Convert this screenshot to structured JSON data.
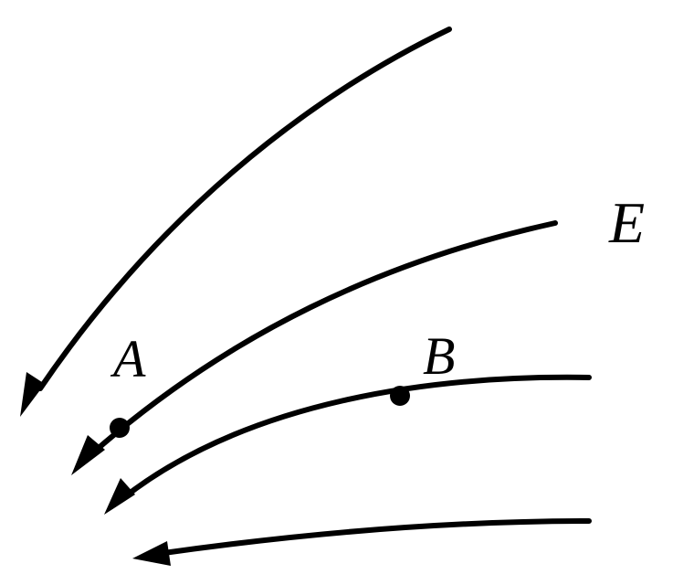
{
  "diagram": {
    "field_label": "E",
    "points": [
      {
        "id": "A",
        "label": "A"
      },
      {
        "id": "B",
        "label": "B"
      }
    ]
  }
}
